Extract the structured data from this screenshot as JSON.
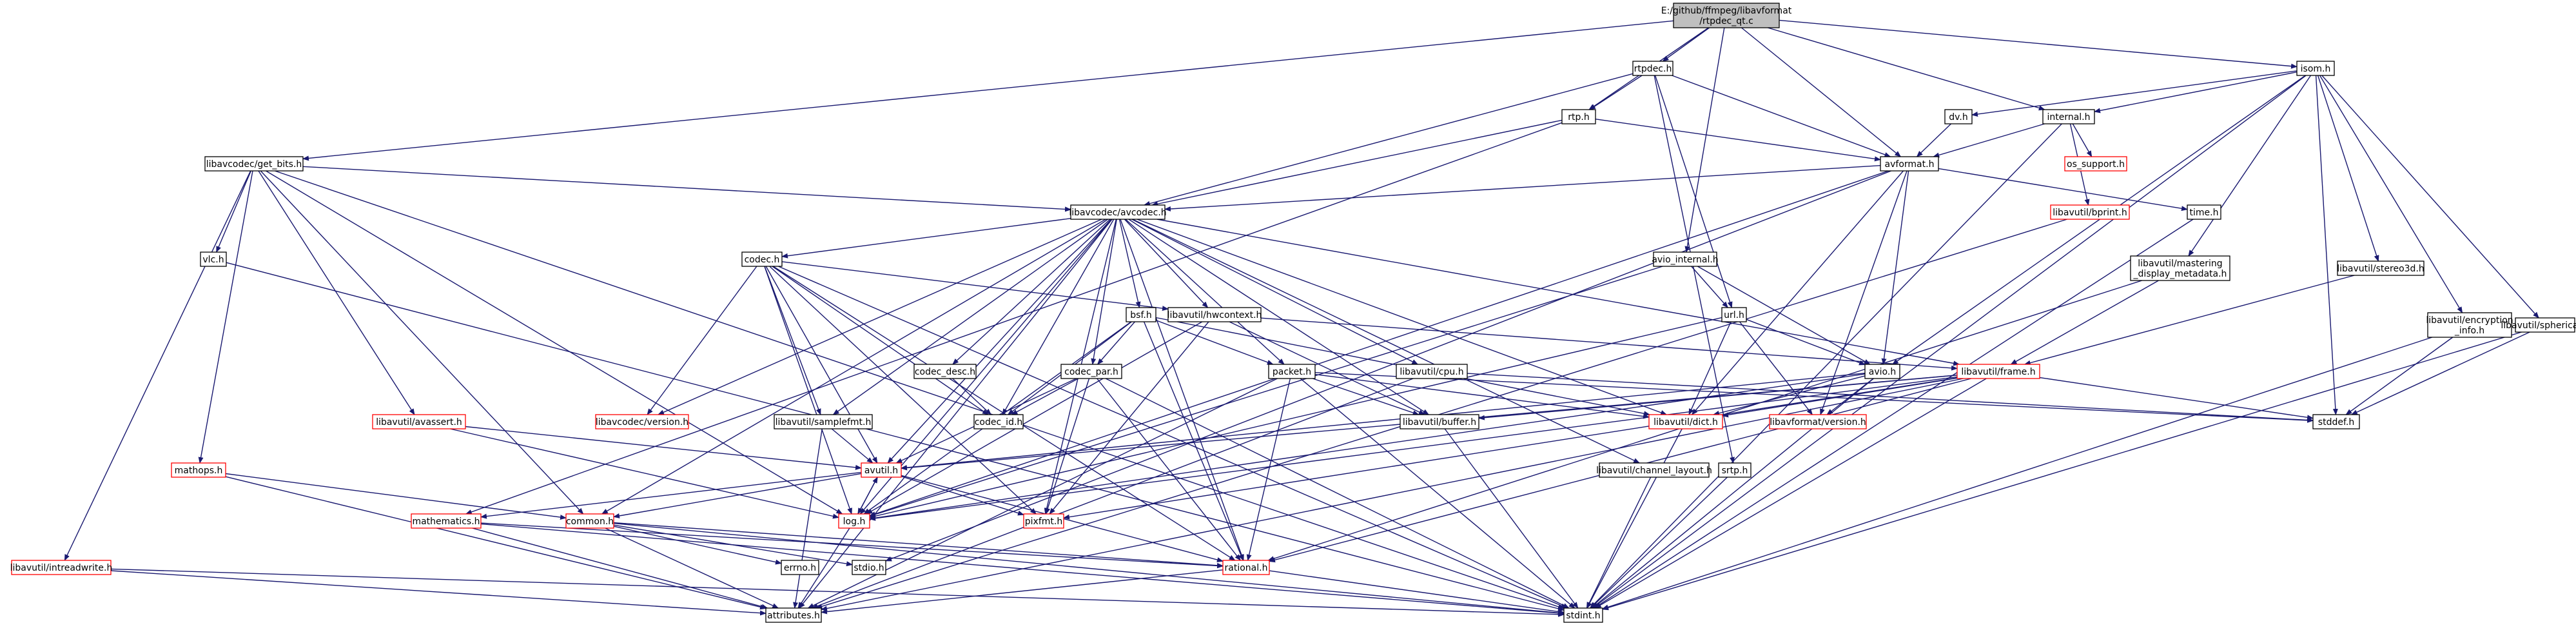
{
  "colors": {
    "edge": "#191970",
    "box_stroke_default": "#000000",
    "box_stroke_external": "#ff0000",
    "root_fill": "#bfbfbf",
    "box_fill": "#ffffff"
  },
  "nodes": [
    {
      "id": "rtpdec_qt",
      "lines": [
        "E:/github/ffmpeg/libavformat",
        "/rtpdec_qt.c"
      ],
      "kind": "root"
    },
    {
      "id": "rtpdec",
      "lines": [
        "rtpdec.h"
      ],
      "kind": "normal"
    },
    {
      "id": "rtp",
      "lines": [
        "rtp.h"
      ],
      "kind": "normal"
    },
    {
      "id": "isom",
      "lines": [
        "isom.h"
      ],
      "kind": "normal"
    },
    {
      "id": "dv",
      "lines": [
        "dv.h"
      ],
      "kind": "normal"
    },
    {
      "id": "internal",
      "lines": [
        "internal.h"
      ],
      "kind": "normal"
    },
    {
      "id": "os_support",
      "lines": [
        "os_support.h"
      ],
      "kind": "external"
    },
    {
      "id": "avformat",
      "lines": [
        "avformat.h"
      ],
      "kind": "normal"
    },
    {
      "id": "get_bits",
      "lines": [
        "libavcodec/get_bits.h"
      ],
      "kind": "normal"
    },
    {
      "id": "avcodec",
      "lines": [
        "libavcodec/avcodec.h"
      ],
      "kind": "normal"
    },
    {
      "id": "bprint",
      "lines": [
        "libavutil/bprint.h"
      ],
      "kind": "external"
    },
    {
      "id": "time",
      "lines": [
        "time.h"
      ],
      "kind": "normal"
    },
    {
      "id": "vlc",
      "lines": [
        "vlc.h"
      ],
      "kind": "normal"
    },
    {
      "id": "codec",
      "lines": [
        "codec.h"
      ],
      "kind": "normal"
    },
    {
      "id": "avio_internal",
      "lines": [
        "avio_internal.h"
      ],
      "kind": "normal"
    },
    {
      "id": "mastering",
      "lines": [
        "libavutil/mastering",
        "_display_metadata.h"
      ],
      "kind": "normal"
    },
    {
      "id": "stereo3d",
      "lines": [
        "libavutil/stereo3d.h"
      ],
      "kind": "normal"
    },
    {
      "id": "bsf",
      "lines": [
        "bsf.h"
      ],
      "kind": "normal"
    },
    {
      "id": "hwcontext",
      "lines": [
        "libavutil/hwcontext.h"
      ],
      "kind": "normal"
    },
    {
      "id": "url",
      "lines": [
        "url.h"
      ],
      "kind": "normal"
    },
    {
      "id": "encryption",
      "lines": [
        "libavutil/encryption",
        "_info.h"
      ],
      "kind": "normal"
    },
    {
      "id": "spherical",
      "lines": [
        "libavutil/spherical.h"
      ],
      "kind": "normal"
    },
    {
      "id": "codec_desc",
      "lines": [
        "codec_desc.h"
      ],
      "kind": "normal"
    },
    {
      "id": "codec_par",
      "lines": [
        "codec_par.h"
      ],
      "kind": "normal"
    },
    {
      "id": "packet",
      "lines": [
        "packet.h"
      ],
      "kind": "normal"
    },
    {
      "id": "cpu",
      "lines": [
        "libavutil/cpu.h"
      ],
      "kind": "normal"
    },
    {
      "id": "avio",
      "lines": [
        "avio.h"
      ],
      "kind": "normal"
    },
    {
      "id": "frame",
      "lines": [
        "libavutil/frame.h"
      ],
      "kind": "external"
    },
    {
      "id": "stddef",
      "lines": [
        "stddef.h"
      ],
      "kind": "normal"
    },
    {
      "id": "avassert",
      "lines": [
        "libavutil/avassert.h"
      ],
      "kind": "external"
    },
    {
      "id": "lavc_version",
      "lines": [
        "libavcodec/version.h"
      ],
      "kind": "external"
    },
    {
      "id": "samplefmt",
      "lines": [
        "libavutil/samplefmt.h"
      ],
      "kind": "normal"
    },
    {
      "id": "codec_id",
      "lines": [
        "codec_id.h"
      ],
      "kind": "normal"
    },
    {
      "id": "buffer",
      "lines": [
        "libavutil/buffer.h"
      ],
      "kind": "normal"
    },
    {
      "id": "dict",
      "lines": [
        "libavutil/dict.h"
      ],
      "kind": "external"
    },
    {
      "id": "lavf_version",
      "lines": [
        "libavformat/version.h"
      ],
      "kind": "external"
    },
    {
      "id": "mathops",
      "lines": [
        "mathops.h"
      ],
      "kind": "external"
    },
    {
      "id": "avutil",
      "lines": [
        "avutil.h"
      ],
      "kind": "external"
    },
    {
      "id": "channel_layout",
      "lines": [
        "libavutil/channel_layout.h"
      ],
      "kind": "normal"
    },
    {
      "id": "srtp",
      "lines": [
        "srtp.h"
      ],
      "kind": "normal"
    },
    {
      "id": "mathematics",
      "lines": [
        "mathematics.h"
      ],
      "kind": "external"
    },
    {
      "id": "common",
      "lines": [
        "common.h"
      ],
      "kind": "external"
    },
    {
      "id": "log",
      "lines": [
        "log.h"
      ],
      "kind": "external"
    },
    {
      "id": "pixfmt",
      "lines": [
        "pixfmt.h"
      ],
      "kind": "external"
    },
    {
      "id": "intreadwrite",
      "lines": [
        "libavutil/intreadwrite.h"
      ],
      "kind": "external"
    },
    {
      "id": "errno",
      "lines": [
        "errno.h"
      ],
      "kind": "normal"
    },
    {
      "id": "stdio",
      "lines": [
        "stdio.h"
      ],
      "kind": "normal"
    },
    {
      "id": "rational",
      "lines": [
        "rational.h"
      ],
      "kind": "external"
    },
    {
      "id": "attributes",
      "lines": [
        "attributes.h"
      ],
      "kind": "normal"
    },
    {
      "id": "stdint",
      "lines": [
        "stdint.h"
      ],
      "kind": "normal"
    }
  ],
  "edges": [
    [
      "rtpdec_qt",
      "rtpdec"
    ],
    [
      "rtpdec_qt",
      "rtp"
    ],
    [
      "rtpdec_qt",
      "isom"
    ],
    [
      "rtpdec_qt",
      "internal"
    ],
    [
      "rtpdec_qt",
      "avformat"
    ],
    [
      "rtpdec_qt",
      "get_bits"
    ],
    [
      "rtpdec_qt",
      "avio_internal"
    ],
    [
      "rtpdec",
      "rtp"
    ],
    [
      "rtpdec",
      "avformat"
    ],
    [
      "rtpdec",
      "avcodec"
    ],
    [
      "rtpdec",
      "url"
    ],
    [
      "rtpdec",
      "srtp"
    ],
    [
      "rtp",
      "avformat"
    ],
    [
      "rtp",
      "avcodec"
    ],
    [
      "rtp",
      "mathematics"
    ],
    [
      "isom",
      "dv"
    ],
    [
      "isom",
      "internal"
    ],
    [
      "isom",
      "avio"
    ],
    [
      "isom",
      "mastering"
    ],
    [
      "isom",
      "stereo3d"
    ],
    [
      "isom",
      "encryption"
    ],
    [
      "isom",
      "spherical"
    ],
    [
      "isom",
      "stddef"
    ],
    [
      "isom",
      "stdint"
    ],
    [
      "dv",
      "avformat"
    ],
    [
      "internal",
      "avformat"
    ],
    [
      "internal",
      "os_support"
    ],
    [
      "internal",
      "bprint"
    ],
    [
      "internal",
      "stdint"
    ],
    [
      "avformat",
      "avcodec"
    ],
    [
      "avformat",
      "time"
    ],
    [
      "avformat",
      "avio"
    ],
    [
      "avformat",
      "dict"
    ],
    [
      "avformat",
      "lavf_version"
    ],
    [
      "avformat",
      "log"
    ],
    [
      "avformat",
      "stdio"
    ],
    [
      "get_bits",
      "avcodec"
    ],
    [
      "get_bits",
      "vlc"
    ],
    [
      "get_bits",
      "mathops"
    ],
    [
      "get_bits",
      "avassert"
    ],
    [
      "get_bits",
      "intreadwrite"
    ],
    [
      "get_bits",
      "common"
    ],
    [
      "get_bits",
      "log"
    ],
    [
      "get_bits",
      "stdint"
    ],
    [
      "avcodec",
      "codec"
    ],
    [
      "avcodec",
      "bsf"
    ],
    [
      "avcodec",
      "hwcontext"
    ],
    [
      "avcodec",
      "codec_desc"
    ],
    [
      "avcodec",
      "codec_par"
    ],
    [
      "avcodec",
      "packet"
    ],
    [
      "avcodec",
      "cpu"
    ],
    [
      "avcodec",
      "frame"
    ],
    [
      "avcodec",
      "lavc_version"
    ],
    [
      "avcodec",
      "samplefmt"
    ],
    [
      "avcodec",
      "codec_id"
    ],
    [
      "avcodec",
      "buffer"
    ],
    [
      "avcodec",
      "dict"
    ],
    [
      "avcodec",
      "avutil"
    ],
    [
      "avcodec",
      "channel_layout"
    ],
    [
      "avcodec",
      "log"
    ],
    [
      "avcodec",
      "pixfmt"
    ],
    [
      "avcodec",
      "rational"
    ],
    [
      "avcodec",
      "attributes"
    ],
    [
      "avcodec",
      "common"
    ],
    [
      "bprint",
      "attributes"
    ],
    [
      "time",
      "stdint"
    ],
    [
      "vlc",
      "stdint"
    ],
    [
      "codec",
      "hwcontext"
    ],
    [
      "codec",
      "lavc_version"
    ],
    [
      "codec",
      "samplefmt"
    ],
    [
      "codec",
      "codec_id"
    ],
    [
      "codec",
      "avutil"
    ],
    [
      "codec",
      "log"
    ],
    [
      "codec",
      "pixfmt"
    ],
    [
      "codec",
      "rational"
    ],
    [
      "codec",
      "stdint"
    ],
    [
      "avio_internal",
      "url"
    ],
    [
      "avio_internal",
      "avio"
    ],
    [
      "avio_internal",
      "log"
    ],
    [
      "mastering",
      "frame"
    ],
    [
      "mastering",
      "rational"
    ],
    [
      "stereo3d",
      "frame"
    ],
    [
      "bsf",
      "codec_par"
    ],
    [
      "bsf",
      "packet"
    ],
    [
      "bsf",
      "codec_id"
    ],
    [
      "bsf",
      "dict"
    ],
    [
      "bsf",
      "log"
    ],
    [
      "bsf",
      "rational"
    ],
    [
      "hwcontext",
      "buffer"
    ],
    [
      "hwcontext",
      "frame"
    ],
    [
      "hwcontext",
      "log"
    ],
    [
      "hwcontext",
      "pixfmt"
    ],
    [
      "url",
      "avio"
    ],
    [
      "url",
      "dict"
    ],
    [
      "url",
      "lavf_version"
    ],
    [
      "url",
      "log"
    ],
    [
      "encryption",
      "stddef"
    ],
    [
      "encryption",
      "stdint"
    ],
    [
      "spherical",
      "stddef"
    ],
    [
      "spherical",
      "stdint"
    ],
    [
      "codec_desc",
      "codec_id"
    ],
    [
      "codec_par",
      "codec_id"
    ],
    [
      "codec_par",
      "avutil"
    ],
    [
      "codec_par",
      "pixfmt"
    ],
    [
      "codec_par",
      "rational"
    ],
    [
      "codec_par",
      "stdint"
    ],
    [
      "packet",
      "buffer"
    ],
    [
      "packet",
      "dict"
    ],
    [
      "packet",
      "rational"
    ],
    [
      "packet",
      "attributes"
    ],
    [
      "packet",
      "stddef"
    ],
    [
      "packet",
      "stdint"
    ],
    [
      "cpu",
      "stddef"
    ],
    [
      "cpu",
      "attributes"
    ],
    [
      "avio",
      "avutil"
    ],
    [
      "avio",
      "dict"
    ],
    [
      "avio",
      "lavf_version"
    ],
    [
      "avio",
      "log"
    ],
    [
      "avio",
      "stdint"
    ],
    [
      "frame",
      "buffer"
    ],
    [
      "frame",
      "dict"
    ],
    [
      "frame",
      "avutil"
    ],
    [
      "frame",
      "log"
    ],
    [
      "frame",
      "pixfmt"
    ],
    [
      "frame",
      "rational"
    ],
    [
      "frame",
      "stddef"
    ],
    [
      "frame",
      "stdint"
    ],
    [
      "frame",
      "attributes"
    ],
    [
      "avassert",
      "avutil"
    ],
    [
      "avassert",
      "log"
    ],
    [
      "samplefmt",
      "avutil"
    ],
    [
      "samplefmt",
      "attributes"
    ],
    [
      "buffer",
      "stdint"
    ],
    [
      "dict",
      "stdint"
    ],
    [
      "mathops",
      "common"
    ],
    [
      "mathops",
      "attributes"
    ],
    [
      "avutil",
      "common"
    ],
    [
      "avutil",
      "mathematics"
    ],
    [
      "avutil",
      "log"
    ],
    [
      "avutil",
      "pixfmt"
    ],
    [
      "avutil",
      "rational"
    ],
    [
      "channel_layout",
      "stdint"
    ],
    [
      "srtp",
      "stdint"
    ],
    [
      "mathematics",
      "rational"
    ],
    [
      "mathematics",
      "attributes"
    ],
    [
      "mathematics",
      "stdint"
    ],
    [
      "common",
      "errno"
    ],
    [
      "common",
      "stdio"
    ],
    [
      "common",
      "attributes"
    ],
    [
      "common",
      "stdint"
    ],
    [
      "common",
      "rational"
    ],
    [
      "log",
      "avutil"
    ],
    [
      "log",
      "attributes"
    ],
    [
      "intreadwrite",
      "attributes"
    ],
    [
      "intreadwrite",
      "stdint"
    ],
    [
      "rational",
      "attributes"
    ],
    [
      "rational",
      "stdint"
    ]
  ]
}
